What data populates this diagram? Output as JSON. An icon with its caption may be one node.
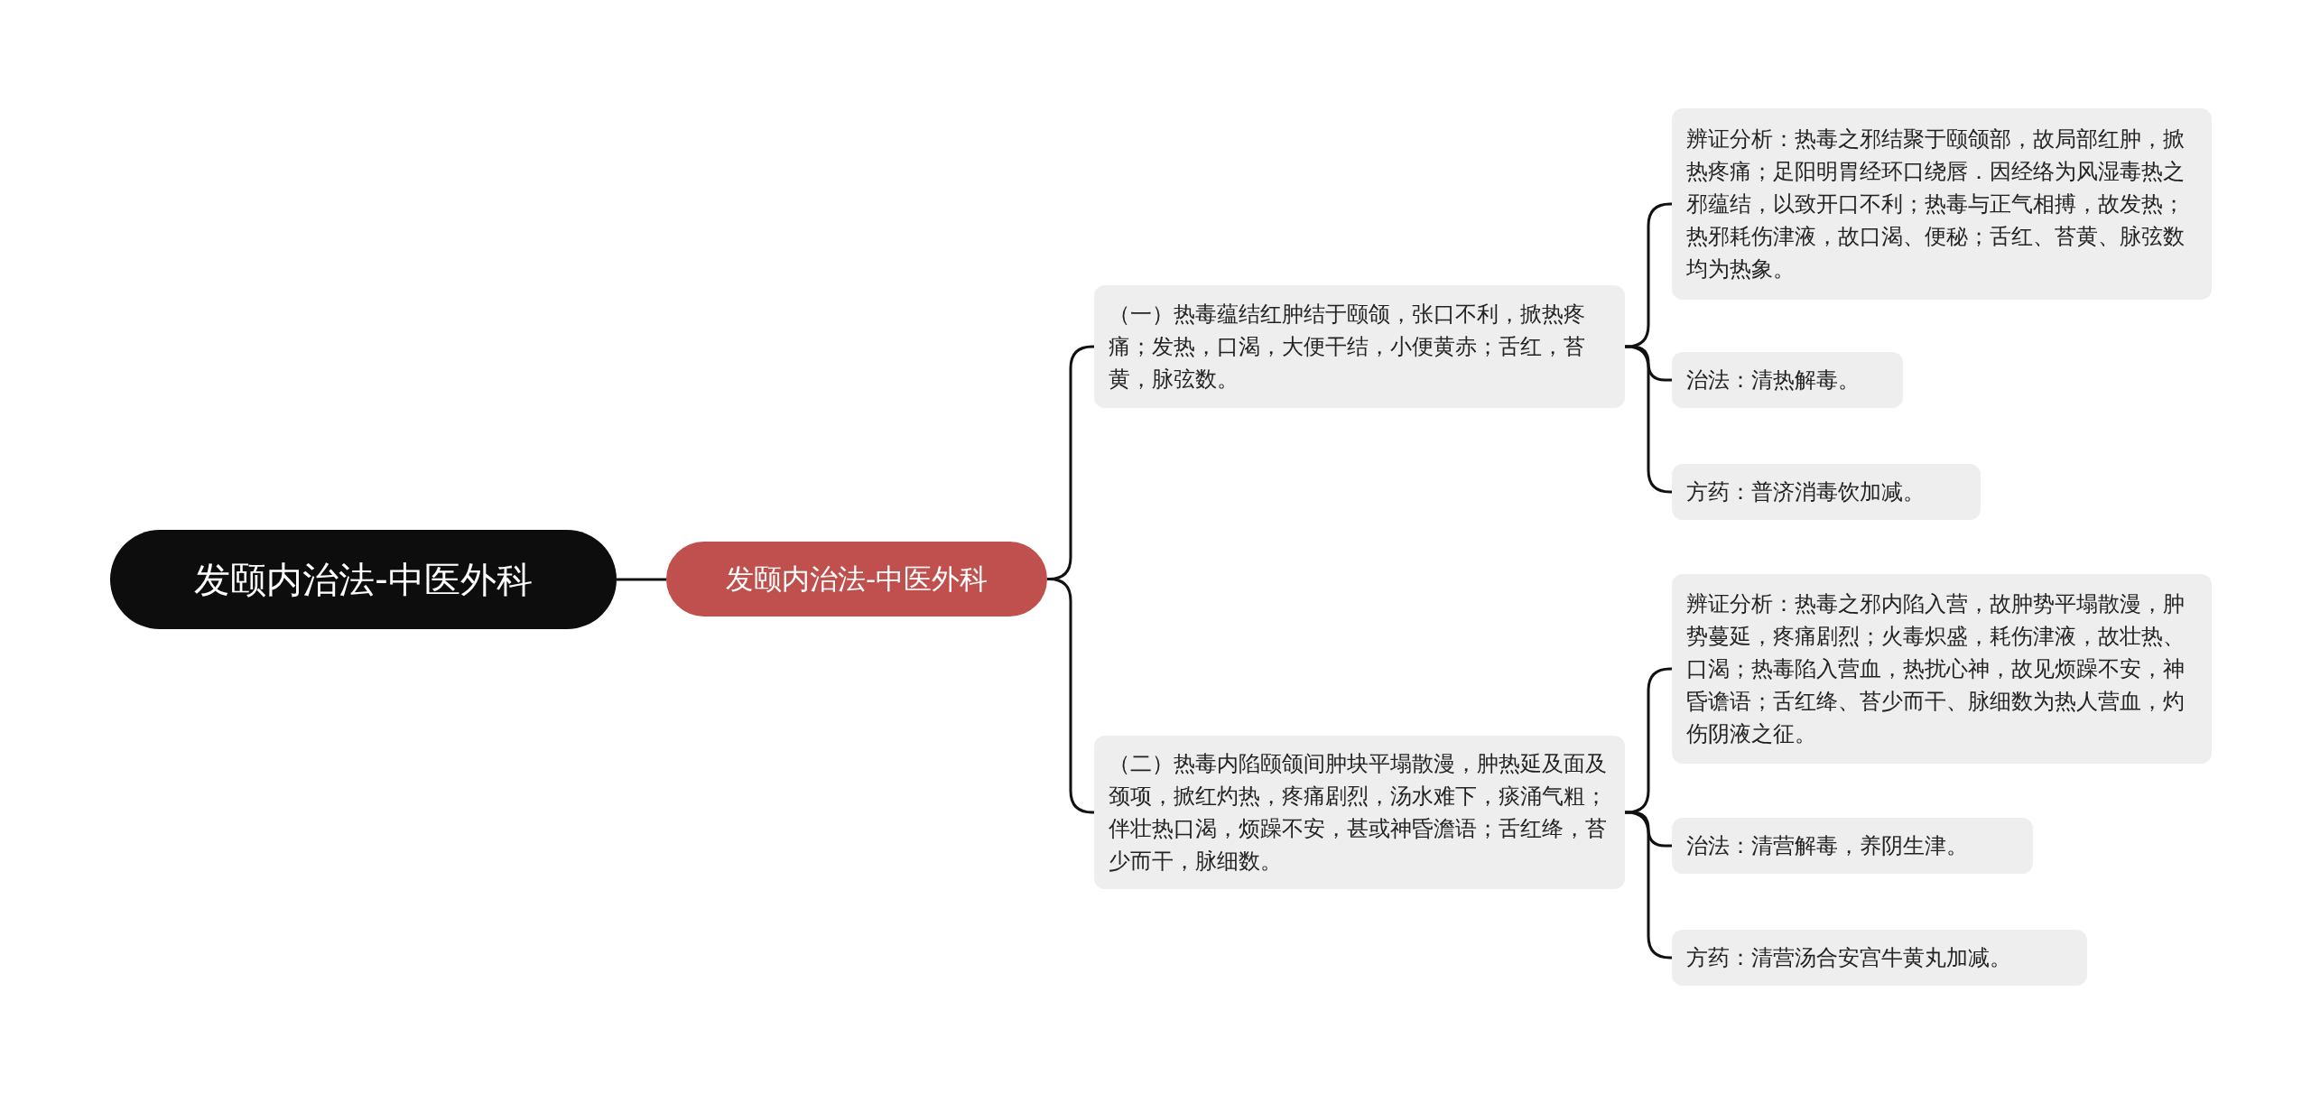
{
  "diagram": {
    "nodes": [
      {
        "text": [
          "发颐内治法-中医外科"
        ]
      },
      {
        "text": [
          "发颐内治法-中医外科"
        ]
      },
      {
        "text": [
          "（一）热毒蕴结红肿结于颐颌，张口不利，掀热疼痛；发热，口渴，大便干结，小便黄赤；舌红，苔黄，脉弦数。"
        ]
      },
      {
        "text": [
          "（二）热毒内陷颐颌间肿块平塌散漫，肿热延及面及颈项，掀红灼热，疼痛剧烈，汤水难下，痰涌气粗；伴壮热口渴，烦躁不安，甚或神昏澹语；舌红绛，苔少而干，脉细数。"
        ]
      },
      {
        "text": [
          "辨证分析：热毒之邪结聚于颐颌部，故局部红肿，掀热疼痛；足阳明胃经环口绕唇．因经络为风湿毒热之邪蕴结，以致开口不利；热毒与正气相搏，故发热；热邪耗伤津液，故口渴、便秘；舌红、苔黄、脉弦数均为热象。"
        ]
      },
      {
        "text": [
          "治法：清热解毒。"
        ]
      },
      {
        "text": [
          "方药：普济消毒饮加减。"
        ]
      },
      {
        "text": [
          "辨证分析：热毒之邪内陷入营，故肿势平塌散漫，肿势蔓延，疼痛剧烈；火毒炽盛，耗伤津液，故壮热、口渴；热毒陷入营血，热扰心神，故见烦躁不安，神昏谵语；舌红绛、苔少而干、脉细数为热人营血，灼伤阴液之征。"
        ]
      },
      {
        "text": [
          "治法：清营解毒，养阴生津。"
        ]
      },
      {
        "text": [
          "方药：清营汤合安宫牛黄丸加减。"
        ]
      }
    ],
    "edges": [
      {
        "from": 0,
        "to": 1,
        "arrow": "none"
      },
      {
        "from": 1,
        "to": 2,
        "arrow": "none"
      },
      {
        "from": 1,
        "to": 3,
        "arrow": "none"
      },
      {
        "from": 2,
        "to": 4,
        "arrow": "none"
      },
      {
        "from": 2,
        "to": 5,
        "arrow": "none"
      },
      {
        "from": 2,
        "to": 6,
        "arrow": "none"
      },
      {
        "from": 3,
        "to": 7,
        "arrow": "none"
      },
      {
        "from": 3,
        "to": 8,
        "arrow": "none"
      },
      {
        "from": 3,
        "to": 9,
        "arrow": "none"
      }
    ]
  }
}
